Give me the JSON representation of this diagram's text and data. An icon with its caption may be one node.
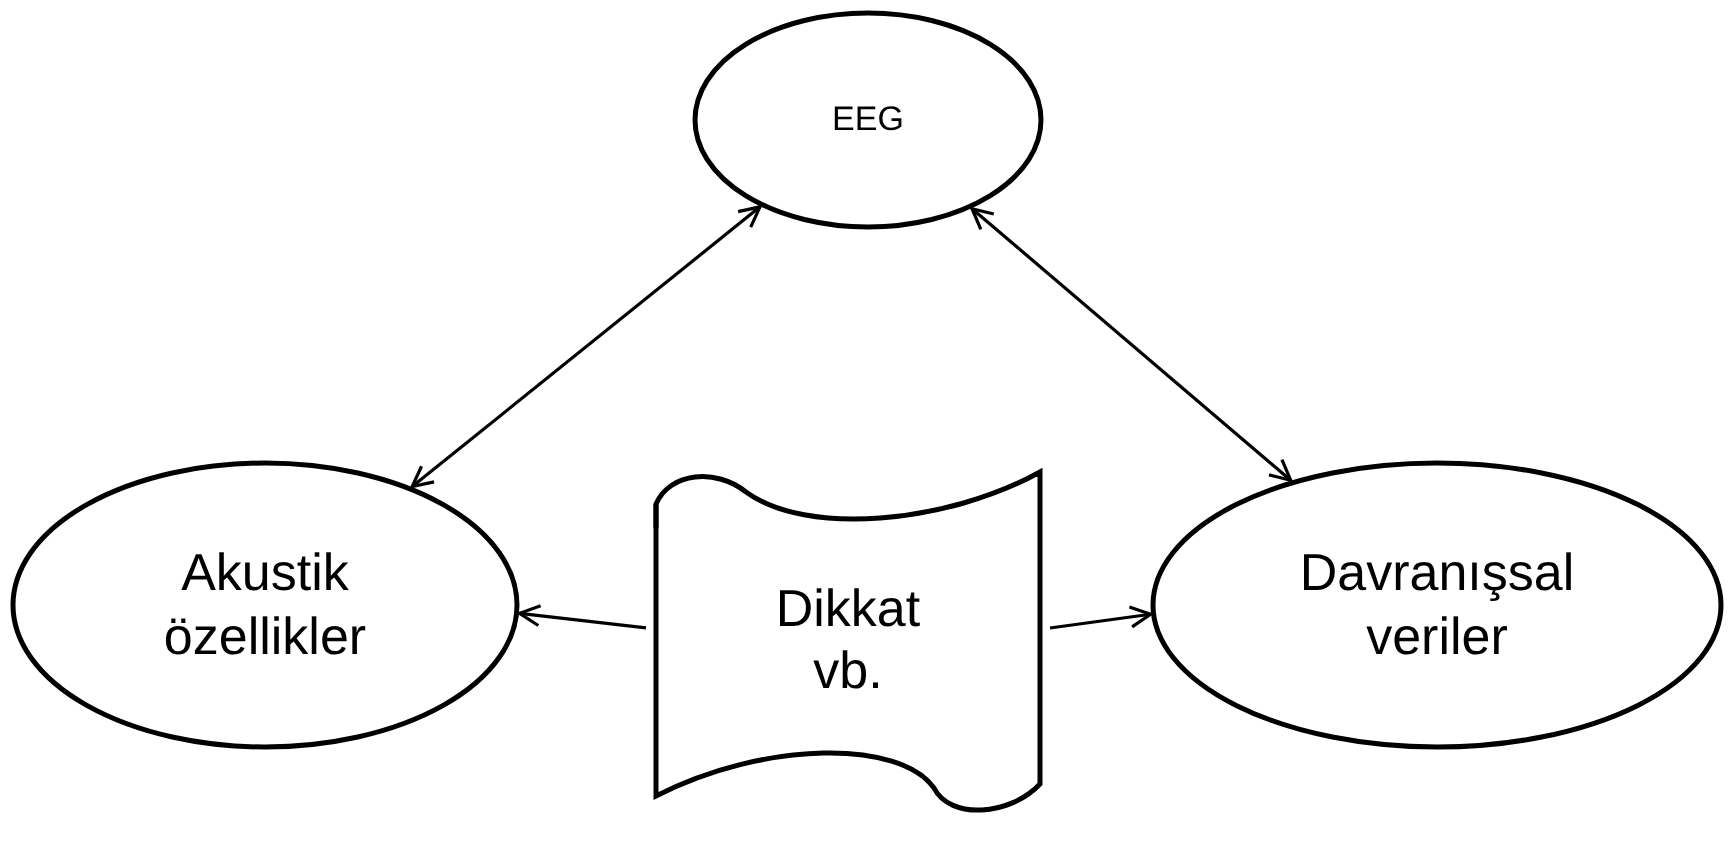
{
  "diagram": {
    "nodes": [
      {
        "text": [
          "EEG"
        ]
      },
      {
        "text": [
          "Akustik özellikler"
        ]
      },
      {
        "text": [
          "Dikkat vb."
        ]
      },
      {
        "text": [
          "Davranışsal veriler"
        ]
      }
    ],
    "edges": [
      {
        "from": 0,
        "to": 1,
        "arrow": "both"
      },
      {
        "from": 0,
        "to": 3,
        "arrow": "both"
      },
      {
        "from": 2,
        "to": 1,
        "arrow": "to"
      },
      {
        "from": 2,
        "to": 3,
        "arrow": "to"
      }
    ]
  }
}
